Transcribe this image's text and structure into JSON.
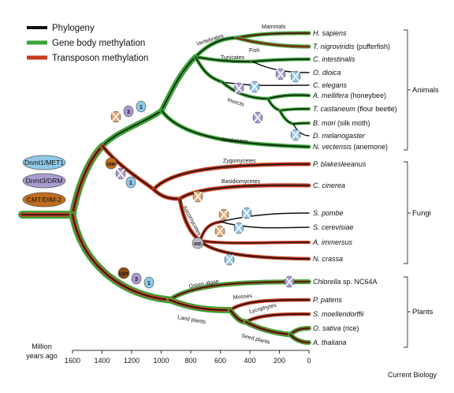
{
  "legend": [
    {
      "label": "Phylogeny",
      "color": "#111111"
    },
    {
      "label": "Gene body methylation",
      "color": "#3aa537"
    },
    {
      "label": "Transposon methylation",
      "color": "#c8391c"
    }
  ],
  "enzymes": [
    {
      "label": "Dnmt1/MET1",
      "color": "#8fc8e6",
      "symbol": "1"
    },
    {
      "label": "Dnmt3/DRM",
      "color": "#a99bd0",
      "symbol": "3"
    },
    {
      "label": "CMT/DIM-2",
      "color": "#c06d1e",
      "symbol": "CMT"
    }
  ],
  "badges": {
    "dim": "DIM",
    "cmt": "CMT",
    "rid": "RID",
    "one": "1",
    "three": "3"
  },
  "species": [
    {
      "italic": "H. sapiens",
      "plain": ""
    },
    {
      "italic": "T. nigroviridis",
      "plain": " (pufferfish)"
    },
    {
      "italic": "C. intestinalis",
      "plain": ""
    },
    {
      "italic": "O. dioica",
      "plain": ""
    },
    {
      "italic": "C. elegans",
      "plain": ""
    },
    {
      "italic": "A. mellifera",
      "plain": " (honeybee)"
    },
    {
      "italic": "T. castaneum",
      "plain": " (flour beetle)"
    },
    {
      "italic": "B. mori",
      "plain": " (silk moth)"
    },
    {
      "italic": "D. melanogaster",
      "plain": ""
    },
    {
      "italic": "N. vectensis",
      "plain": " (anemone)"
    },
    {
      "italic": "P. blakesleeanus",
      "plain": ""
    },
    {
      "italic": "C. cinerea",
      "plain": ""
    },
    {
      "italic": "S. pombe",
      "plain": ""
    },
    {
      "italic": "S. cerevisiae",
      "plain": ""
    },
    {
      "italic": "A. immersus",
      "plain": ""
    },
    {
      "italic": "N. crassa",
      "plain": ""
    },
    {
      "italic": "Chlorella",
      "plain": " sp. NC64A"
    },
    {
      "italic": "P. patens",
      "plain": ""
    },
    {
      "italic": "S. moellendorffii",
      "plain": ""
    },
    {
      "italic": "O. sativa",
      "plain": " (rice)"
    },
    {
      "italic": "A. thaliana",
      "plain": ""
    }
  ],
  "clades": {
    "vertebrates": "Vertebrates",
    "mammals": "Mammals",
    "fish": "Fish",
    "tunicates": "Tunicates",
    "insects": "Insects",
    "cnidarians": "Cnidarians",
    "zygomycetes": "Zygomycetes",
    "basidiomycetes": "Basidiomycetes",
    "ascomycetes": "Ascomycetes",
    "green_algae": "Green algae",
    "land_plants": "Land plants",
    "mosses": "Mosses",
    "lycophytes": "Lycophytes",
    "seed_plants": "Seed plants"
  },
  "groups": [
    "Animals",
    "Fungi",
    "Plants"
  ],
  "axis": {
    "title_line1": "Million",
    "title_line2": "years ago",
    "ticks": [
      "1600",
      "1400",
      "1200",
      "1000",
      "800",
      "600",
      "400",
      "200",
      "0"
    ]
  },
  "credit": "Current Biology"
}
